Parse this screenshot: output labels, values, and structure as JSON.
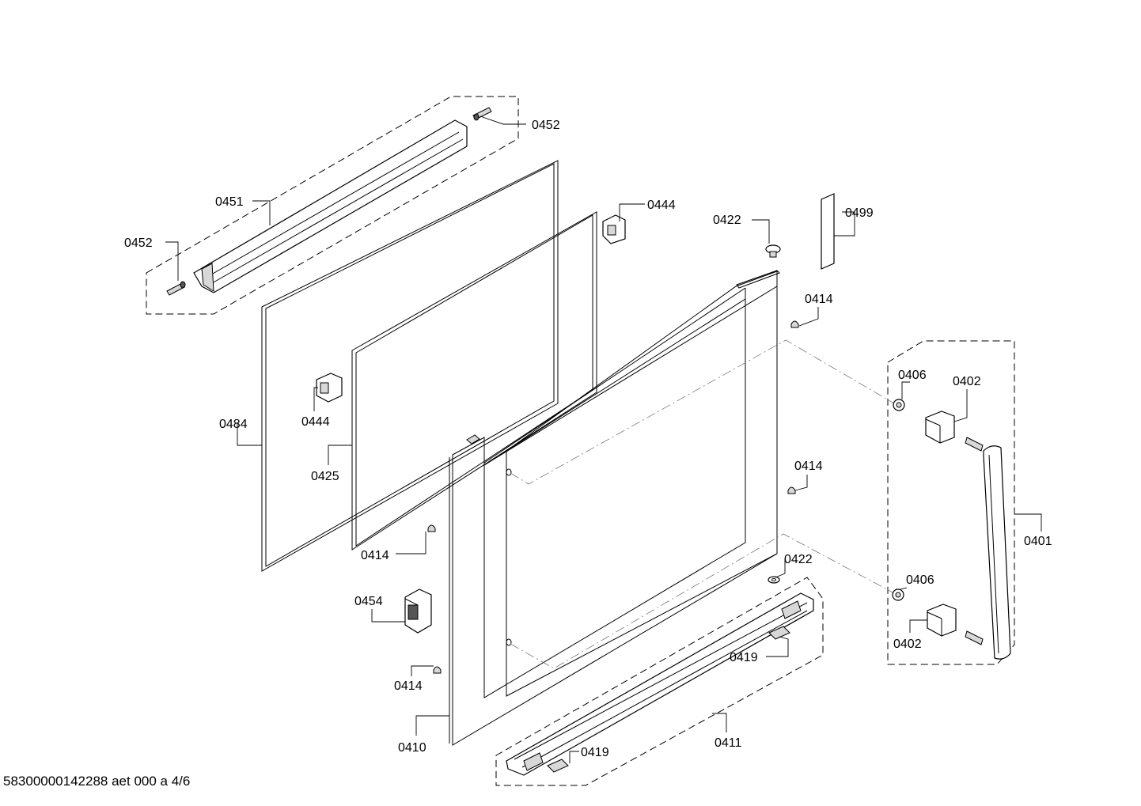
{
  "footer": "58300000142288 aet 000 a 4/6",
  "labels": {
    "l0452a": "0452",
    "l0451": "0451",
    "l0452b": "0452",
    "l0444a": "0444",
    "l0422a": "0422",
    "l0499": "0499",
    "l0414a": "0414",
    "l0406a": "0406",
    "l0402a": "0402",
    "l0484": "0484",
    "l0444b": "0444",
    "l0425": "0425",
    "l0414b": "0414",
    "l0414c": "0414",
    "l0401": "0401",
    "l0422b": "0422",
    "l0406b": "0406",
    "l0454": "0454",
    "l0419a": "0419",
    "l0402b": "0402",
    "l0414d": "0414",
    "l0410": "0410",
    "l0411": "0411",
    "l0419b": "0419"
  }
}
